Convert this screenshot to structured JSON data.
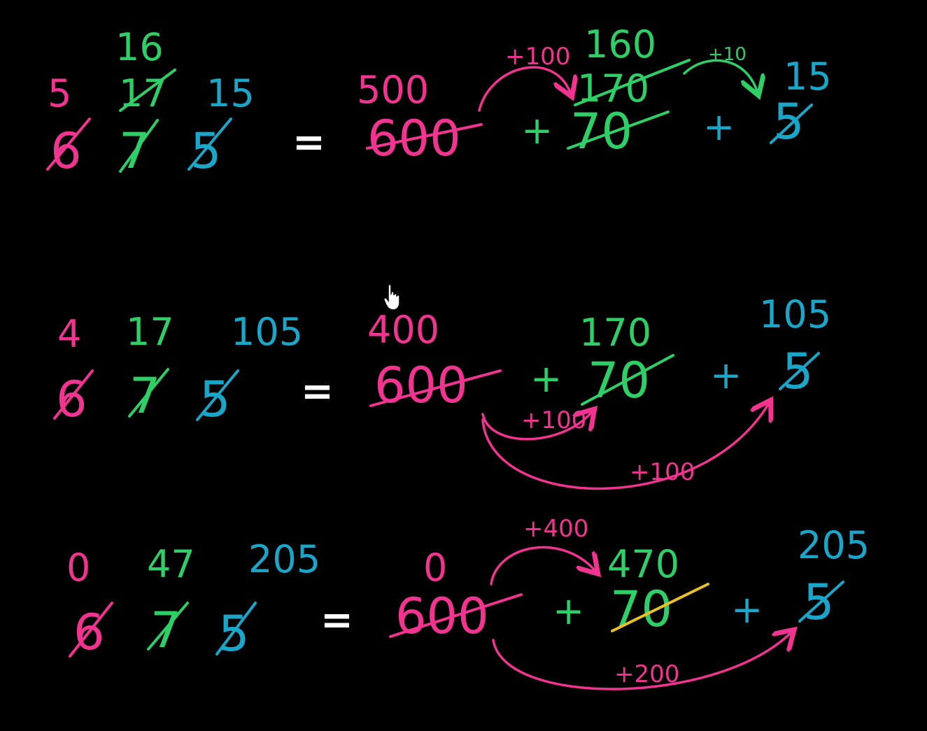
{
  "colors": {
    "background": "#000000",
    "pink": "#f0348f",
    "green": "#2fcf67",
    "blue": "#1aa6c8",
    "white": "#ffffff",
    "yellow": "#e8c02a"
  },
  "row1": {
    "digit_hundreds": "6",
    "digit_tens": "7",
    "digit_ones": "5",
    "regroup_hundreds": "5",
    "regroup_tens": "17",
    "regroup_tens_again": "16",
    "regroup_ones": "15",
    "equals": "=",
    "term_hundreds": "600",
    "term_tens": "70",
    "term_ones": "5",
    "plus_1": "+",
    "plus_2": "+",
    "new_hundreds": "500",
    "new_tens": "170",
    "new_tens_again": "160",
    "new_ones": "15",
    "arrow1_label": "+100",
    "arrow2_label": "+10"
  },
  "row2": {
    "digit_hundreds": "6",
    "digit_tens": "7",
    "digit_ones": "5",
    "regroup_hundreds": "4",
    "regroup_tens": "17",
    "regroup_ones": "105",
    "equals": "=",
    "term_hundreds": "600",
    "term_tens": "70",
    "term_ones": "5",
    "plus_1": "+",
    "plus_2": "+",
    "new_hundreds": "400",
    "new_tens": "170",
    "new_ones": "105",
    "arrow1_label": "+100",
    "arrow2_label": "+100"
  },
  "row3": {
    "digit_hundreds": "6",
    "digit_tens": "7",
    "digit_ones": "5",
    "regroup_hundreds": "0",
    "regroup_tens": "47",
    "regroup_ones": "205",
    "equals": "=",
    "term_hundreds": "600",
    "term_tens": "70",
    "term_ones": "5",
    "plus_1": "+",
    "plus_2": "+",
    "new_hundreds": "0",
    "new_tens": "470",
    "new_ones": "205",
    "arrow1_label": "+400",
    "arrow2_label": "+200"
  },
  "cursor_icon": "hand-pointer-icon"
}
